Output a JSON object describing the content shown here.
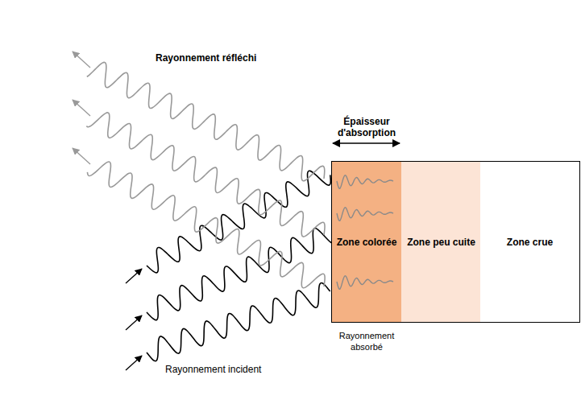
{
  "diagram": {
    "nodes": [
      {
        "text": [
          "Zone colorée"
        ]
      },
      {
        "text": [
          "Zone peu cuite"
        ]
      },
      {
        "text": [
          "Zone crue"
        ]
      }
    ],
    "labels": [
      "Rayonnement réfléchi",
      "Épaisseur d'absorption",
      "Rayonnement absorbé",
      "Rayonnement incident"
    ]
  }
}
